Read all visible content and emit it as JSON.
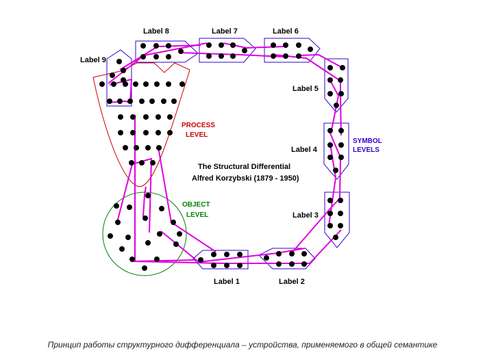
{
  "title_line1": "The Structural Differential",
  "title_line2": "Alfred Korzybski (1879 - 1950)",
  "levels": {
    "process": {
      "line1": "PROCESS",
      "line2": "LEVEL"
    },
    "object": {
      "line1": "OBJECT",
      "line2": "LEVEL"
    },
    "symbol": {
      "line1": "SYMBOL",
      "line2": "LEVELS"
    }
  },
  "labels": [
    "Label 1",
    "Label 2",
    "Label 3",
    "Label 4",
    "Label 5",
    "Label 6",
    "Label 7",
    "Label 8",
    "Label 9"
  ],
  "caption": "Принцип работы структурного дифференциала – устройства, применяемого в общей семантике",
  "colors": {
    "process": "#cc0000",
    "object": "#008000",
    "symbol": "#3300cc",
    "strings": "#e000e0",
    "labels_outline": "#3300cc",
    "dots": "#000000"
  }
}
